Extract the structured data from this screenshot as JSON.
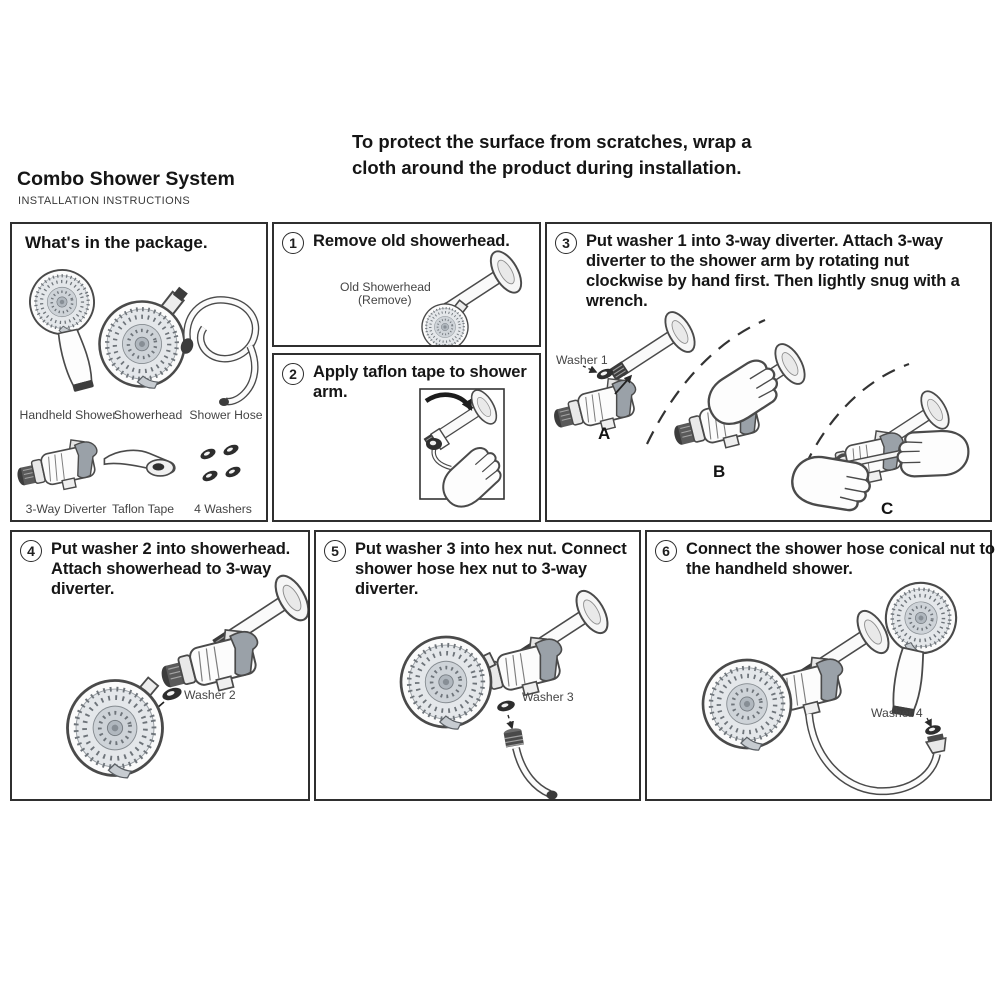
{
  "header": {
    "title": "Combo Shower System",
    "subtitle": "INSTALLATION INSTRUCTIONS",
    "note_line1": "To protect the surface from scratches, wrap a",
    "note_line2": "cloth around the product during installation."
  },
  "package": {
    "title": "What's in the package.",
    "items": [
      "Handheld Shower",
      "Showerhead",
      "Shower Hose",
      "3-Way Diverter",
      "Taflon Tape",
      "4 Washers"
    ]
  },
  "steps": {
    "s1": {
      "number": "1",
      "title": "Remove old showerhead.",
      "label_line1": "Old Showerhead",
      "label_line2": "(Remove)"
    },
    "s2": {
      "number": "2",
      "title": "Apply taflon tape to shower arm."
    },
    "s3": {
      "number": "3",
      "title": "Put washer 1 into 3-way diverter. Attach 3-way diverter to the shower arm by rotating nut clockwise by hand first. Then lightly snug with a wrench.",
      "washer": "Washer 1",
      "sub_a": "A",
      "sub_b": "B",
      "sub_c": "C"
    },
    "s4": {
      "number": "4",
      "title": "Put washer 2 into showerhead. Attach showerhead to 3-way diverter.",
      "washer": "Washer 2"
    },
    "s5": {
      "number": "5",
      "title": "Put washer 3 into hex nut. Connect shower hose hex nut to 3-way diverter.",
      "washer": "Washer 3"
    },
    "s6": {
      "number": "6",
      "title": "Connect the shower hose conical nut to the handheld shower.",
      "washer": "Washer 4"
    }
  }
}
